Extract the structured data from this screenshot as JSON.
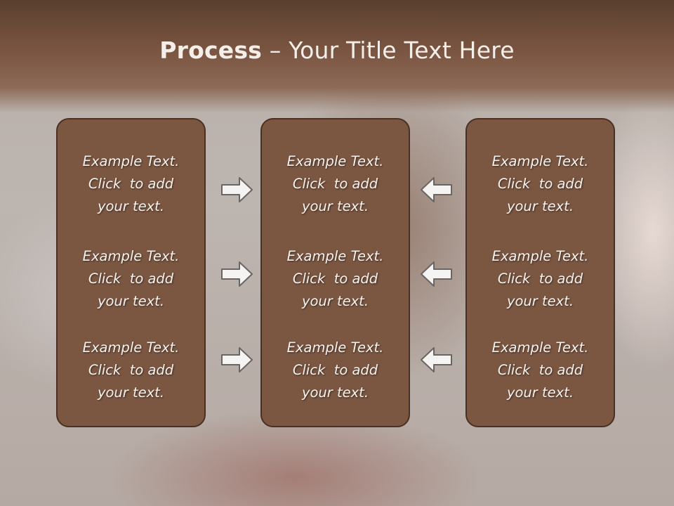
{
  "slide": {
    "title_bold": "Process",
    "title_rest": " – Your Title Text Here"
  },
  "panels": {
    "left": [
      {
        "l1": "Example Text.",
        "l2": "Click  to add",
        "l3": "your text."
      },
      {
        "l1": "Example Text.",
        "l2": "Click  to add",
        "l3": "your text."
      },
      {
        "l1": "Example Text.",
        "l2": "Click  to add",
        "l3": "your text."
      }
    ],
    "middle": [
      {
        "l1": "Example Text.",
        "l2": "Click  to add",
        "l3": "your text."
      },
      {
        "l1": "Example Text.",
        "l2": "Click  to add",
        "l3": "your text."
      },
      {
        "l1": "Example Text.",
        "l2": "Click  to add",
        "l3": "your text."
      }
    ],
    "right": [
      {
        "l1": "Example Text.",
        "l2": "Click  to add",
        "l3": "your text."
      },
      {
        "l1": "Example Text.",
        "l2": "Click  to add",
        "l3": "your text."
      },
      {
        "l1": "Example Text.",
        "l2": "Click  to add",
        "l3": "your text."
      }
    ]
  },
  "icons": {
    "left_arrows": "arrow-right-icon",
    "right_arrows": "arrow-left-icon"
  },
  "colors": {
    "panel_fill": "#7b5742",
    "title_bar": "#7a5541",
    "text": "#f7f2ed"
  }
}
